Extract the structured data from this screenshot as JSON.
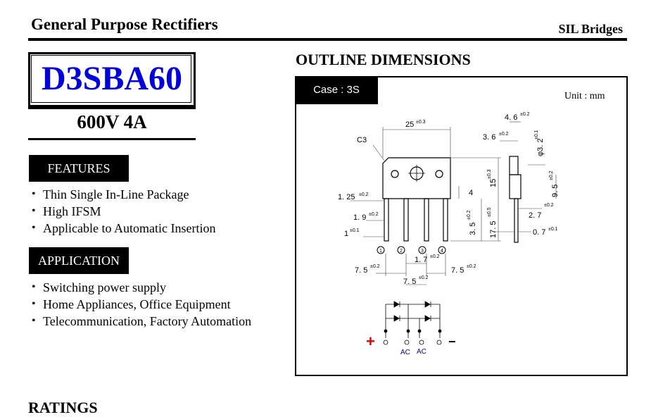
{
  "header": {
    "title": "General Purpose Rectifiers",
    "category": "SIL Bridges"
  },
  "part": {
    "number": "D3SBA60",
    "rating": "600V  4A"
  },
  "features": {
    "heading": "FEATURES",
    "items": [
      "Thin Single In-Line Package",
      "High IFSM",
      "Applicable to Automatic Insertion"
    ]
  },
  "application": {
    "heading": "APPLICATION",
    "items": [
      "Switching power supply",
      "Home Appliances, Office Equipment",
      "Telecommunication, Factory Automation"
    ]
  },
  "outline": {
    "title": "OUTLINE DIMENSIONS",
    "case": "Case : 3S",
    "unit": "Unit : mm",
    "dims": {
      "width": "25",
      "width_tol": "±0.3",
      "chamfer": "C3",
      "body_height": "15",
      "body_height_tol": "±0.3",
      "dim4": "4",
      "lead_spacing_left": "1. 25",
      "lead_spacing_left_tol": "±0.2",
      "lead_width": "1. 9",
      "lead_width_tol": "±0.2",
      "lead_end": "1",
      "lead_end_tol": "±0.1",
      "lead_length": "17. 5",
      "lead_length_tol": "±0.5",
      "lead_short": "3. 5",
      "lead_short_tol": "±0.2",
      "thickness": "4. 6",
      "thickness_tol": "±0.2",
      "hole_offset": "3. 6",
      "hole_offset_tol": "±0.2",
      "hole_dia": "φ3. 2",
      "hole_dia_tol": "±0.1",
      "side_height": "9. 5",
      "side_height_tol": "±0.2",
      "lead_pos": "2. 7",
      "lead_pos_tol": "±0.2",
      "lead_thickness": "0. 7",
      "lead_thickness_tol": "±0.1",
      "pitch_center": "1. 7",
      "pitch_center_tol": "±0.2",
      "pitch_left": "7. 5",
      "pitch_left_tol": "±0.2",
      "pitch_right": "7. 5",
      "pitch_right_tol": "±0.2",
      "pitch_mid": "7. 5",
      "pitch_mid_tol": "±0.2"
    },
    "pins": [
      "1",
      "2",
      "3",
      "4"
    ],
    "schematic": {
      "plus": "+",
      "minus": "−",
      "ac1": "AC",
      "ac2": "AC"
    },
    "colors": {
      "plus": "#e00000",
      "ac": "#0000aa",
      "part_number": "#0000dd"
    }
  },
  "ratings": {
    "heading": "RATINGS"
  }
}
